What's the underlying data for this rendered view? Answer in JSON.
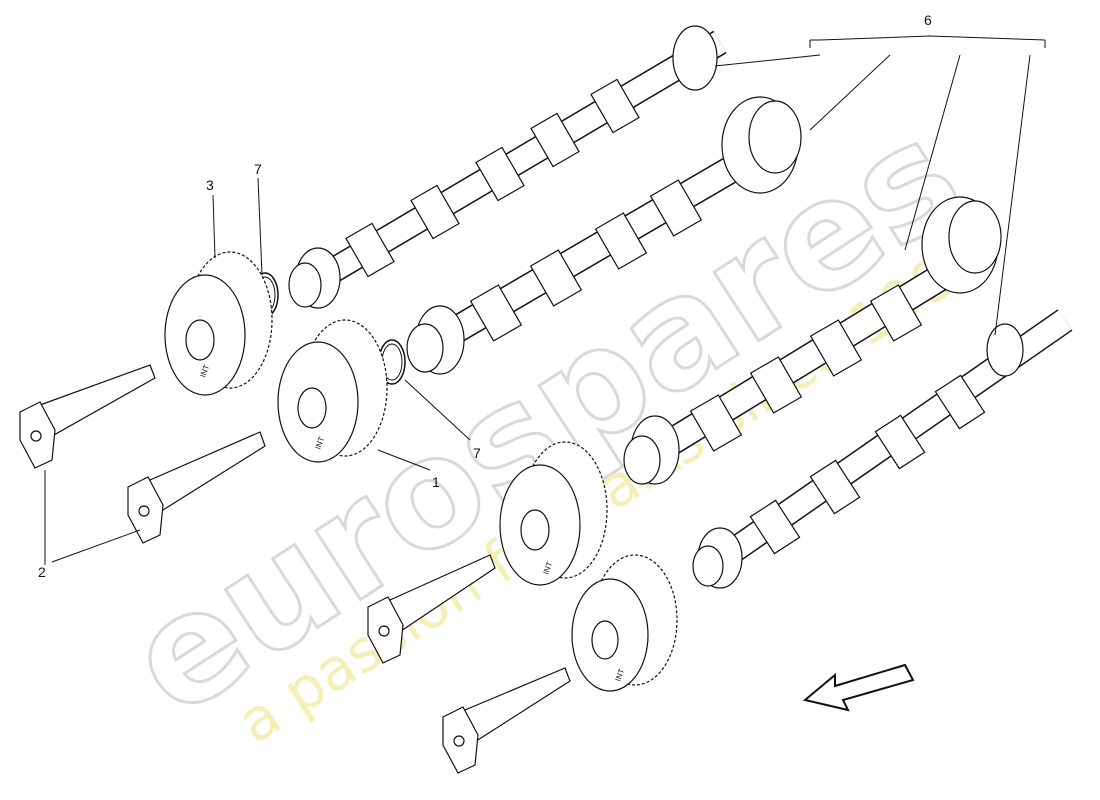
{
  "callouts": {
    "c1": "1",
    "c2": "2",
    "c3": "3",
    "c6": "6",
    "c7a": "7",
    "c7b": "7"
  },
  "watermark": {
    "brand": "eurospares",
    "tagline": "a passion for parts since 1985"
  },
  "gear_marks": {
    "g1": "INT",
    "g2": "INT",
    "g3": "INT",
    "g4": "INT"
  }
}
